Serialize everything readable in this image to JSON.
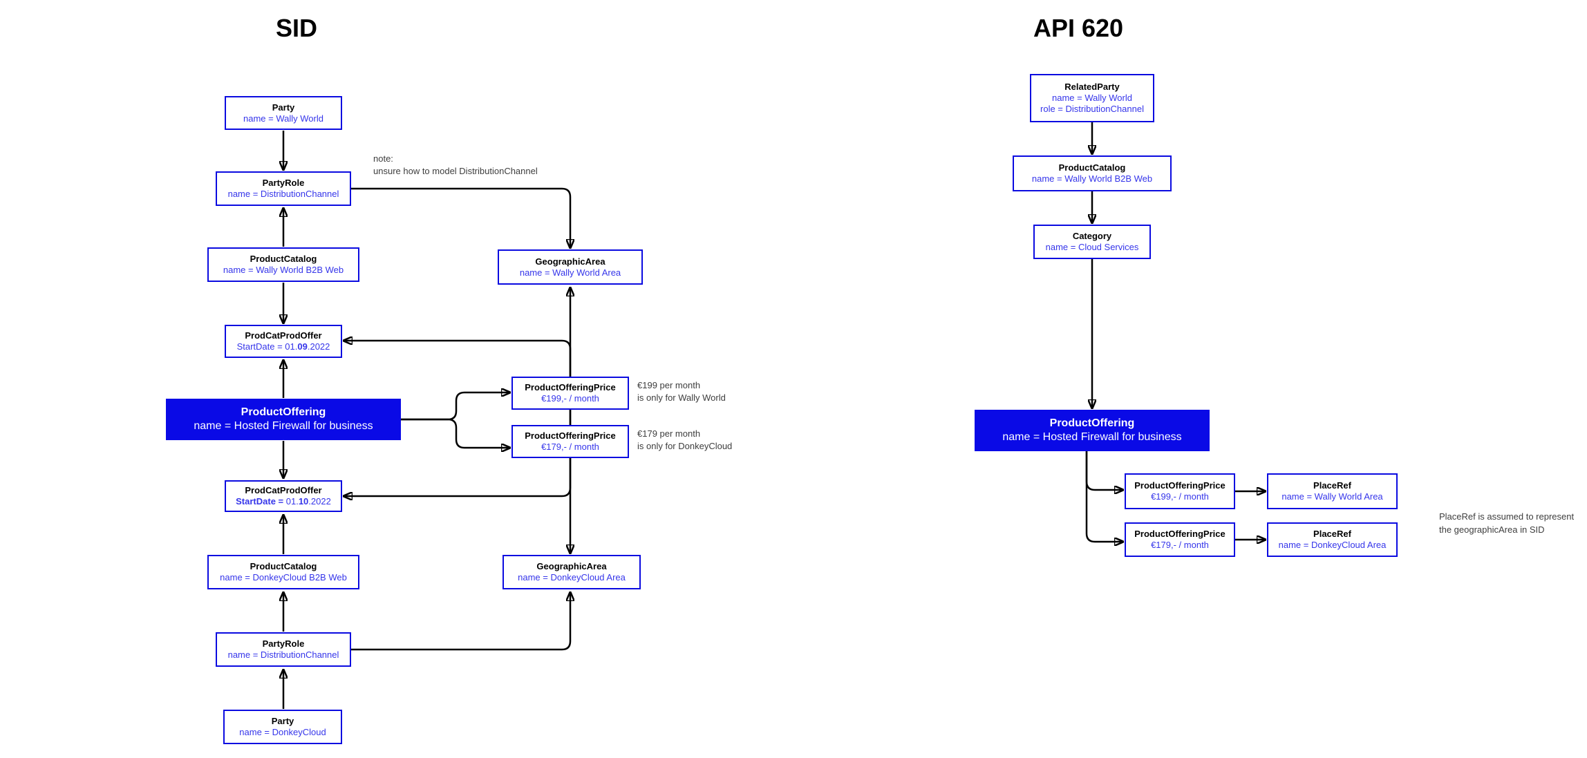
{
  "left": {
    "title": "SID",
    "nodes": {
      "party_ww": {
        "title": "Party",
        "attr": "name = Wally World"
      },
      "partyrole_ww": {
        "title": "PartyRole",
        "attr": "name = DistributionChannel"
      },
      "prodcat_ww": {
        "title": "ProductCatalog",
        "attr": "name = Wally World B2B Web"
      },
      "pcpo1": {
        "title": "ProdCatProdOffer",
        "attr_prefix": "StartDate = 01.",
        "attr_bold": "09",
        "attr_suffix": ".2022"
      },
      "po": {
        "title": "ProductOffering",
        "attr": "name = Hosted Firewall for business"
      },
      "pcpo2": {
        "title": "ProdCatProdOffer",
        "attr_label_bold": "StartDate =",
        "attr_prefix": " 01.",
        "attr_bold": "10",
        "attr_suffix": ".2022"
      },
      "prodcat_dc": {
        "title": "ProductCatalog",
        "attr": "name = DonkeyCloud B2B Web"
      },
      "partyrole_dc": {
        "title": "PartyRole",
        "attr": "name = DistributionChannel"
      },
      "party_dc": {
        "title": "Party",
        "attr": "name = DonkeyCloud"
      },
      "ga_ww": {
        "title": "GeographicArea",
        "attr": "name = Wally World Area"
      },
      "pop199": {
        "title": "ProductOfferingPrice",
        "attr": "€199,- / month"
      },
      "pop179": {
        "title": "ProductOfferingPrice",
        "attr": "€179,- / month"
      },
      "ga_dc": {
        "title": "GeographicArea",
        "attr": "name = DonkeyCloud Area"
      }
    },
    "notes": {
      "model": {
        "line1": "note:",
        "line2": "unsure how to model DistributionChannel"
      },
      "p199": {
        "line1": "€199 per month",
        "line2": "is only for Wally World"
      },
      "p179": {
        "line1": "€179 per month",
        "line2": "is only for DonkeyCloud"
      }
    }
  },
  "right": {
    "title": "API 620",
    "nodes": {
      "related_party": {
        "title": "RelatedParty",
        "attr1": "name = Wally World",
        "attr2": "role = DistributionChannel"
      },
      "prodcat": {
        "title": "ProductCatalog",
        "attr": "name = Wally World B2B Web"
      },
      "category": {
        "title": "Category",
        "attr": "name = Cloud Services"
      },
      "po": {
        "title": "ProductOffering",
        "attr": "name = Hosted Firewall for business"
      },
      "pop199": {
        "title": "ProductOfferingPrice",
        "attr": "€199,- / month"
      },
      "pop179": {
        "title": "ProductOfferingPrice",
        "attr": "€179,- / month"
      },
      "placeref_ww": {
        "title": "PlaceRef",
        "attr": "name = Wally World Area"
      },
      "placeref_dc": {
        "title": "PlaceRef",
        "attr": "name = DonkeyCloud Area"
      }
    },
    "notes": {
      "placeref": {
        "line1": "PlaceRef is assumed to represent",
        "line2": "the geographicArea in SID"
      }
    }
  },
  "colors": {
    "box_border_blue": "#0a0ae0",
    "attr_text_blue": "#3535ea",
    "filled_box_blue": "#0a0ae6",
    "note_gray": "#3d3d3d",
    "edge_black": "#000000"
  }
}
